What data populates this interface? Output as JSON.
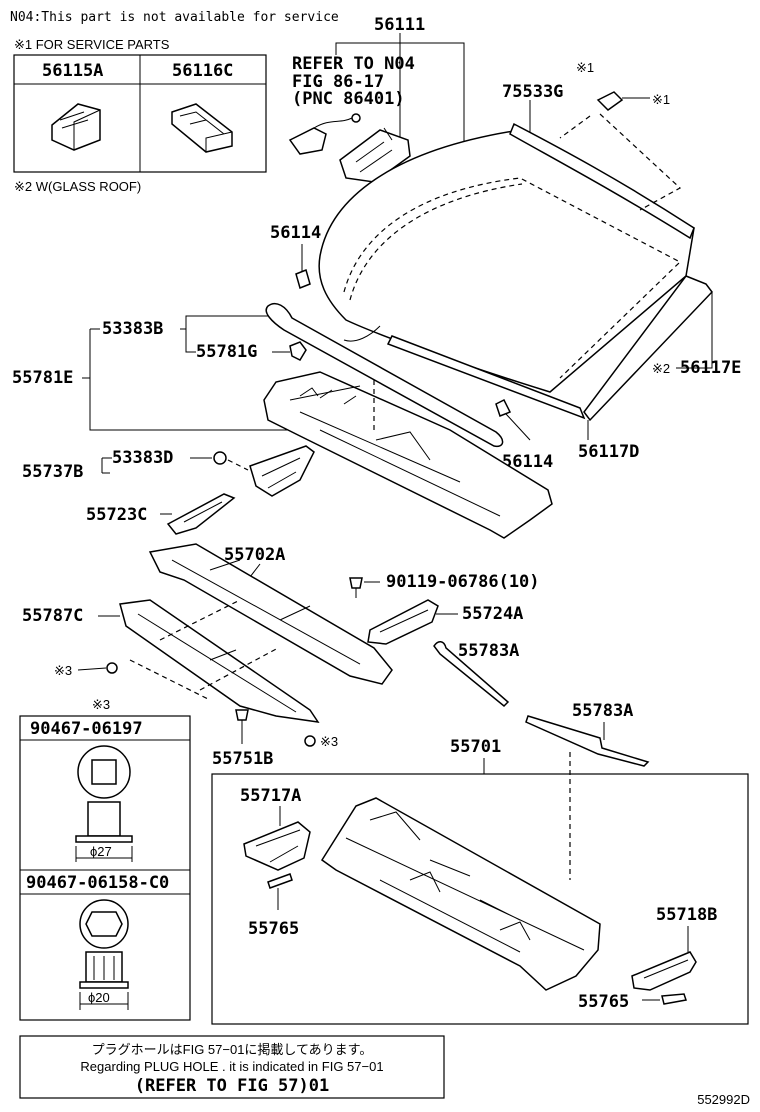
{
  "notes": {
    "n04": "N04:This part is not available for service",
    "service_parts": "※1 FOR SERVICE PARTS",
    "glass_roof": "※2 W(GLASS ROOF)",
    "mark1a": "※1",
    "mark1b": "※1",
    "mark2": "※2",
    "mark3_title": "※3",
    "mark3a": "※3",
    "mark3b": "※3"
  },
  "refer": {
    "line1": "REFER TO N04",
    "line2": "FIG 86-17",
    "line3": "(PNC 86401)"
  },
  "service_table": [
    "56115A",
    "56116C"
  ],
  "clip_table": {
    "part1": "90467-06197",
    "dim1": "ϕ27",
    "part2": "90467-06158-C0",
    "dim2": "ϕ20"
  },
  "labels": {
    "p56111": "56111",
    "p75533G": "75533G",
    "p56114a": "56114",
    "p53383B": "53383B",
    "p55781G": "55781G",
    "p55781E": "55781E",
    "p56117E": "56117E",
    "p56114b": "56114",
    "p56117D": "56117D",
    "p53383D": "53383D",
    "p55737B": "55737B",
    "p55723C": "55723C",
    "p55702A": "55702A",
    "p90119": "90119-06786(10)",
    "p55787C": "55787C",
    "p55724A": "55724A",
    "p55783Aa": "55783A",
    "p55783Ab": "55783A",
    "p55751B": "55751B",
    "p55701": "55701",
    "p55717A": "55717A",
    "p55765a": "55765",
    "p55718B": "55718B",
    "p55765b": "55765"
  },
  "footer": {
    "jp": "プラグホールはFIG 57−01に掲載してあります。",
    "en": "Regarding PLUG HOLE . it is indicated in FIG 57−01",
    "ref": "(REFER TO FIG 57)01",
    "code": "552992D"
  }
}
